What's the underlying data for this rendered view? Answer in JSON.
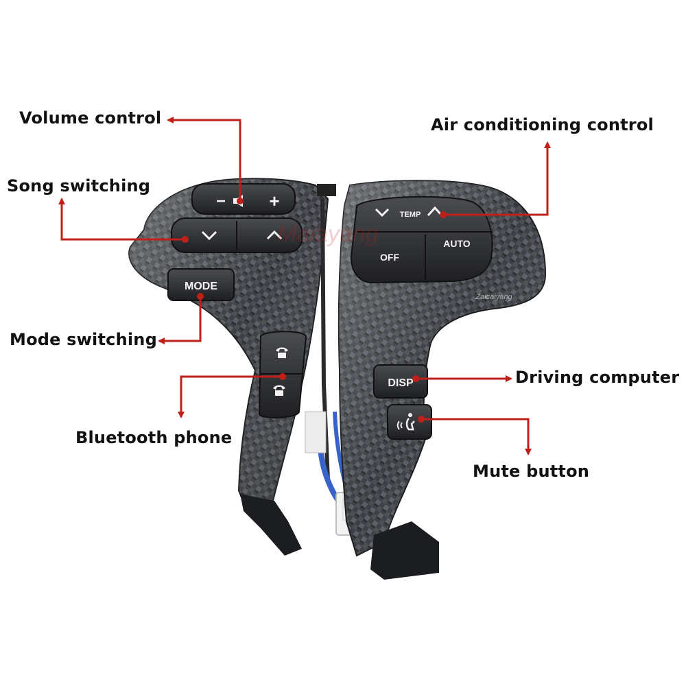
{
  "callouts": {
    "volume": "Volume control",
    "song": "Song switching",
    "mode": "Mode switching",
    "bluetooth": "Bluetooth phone",
    "air": "Air conditioning control",
    "driving": "Driving computer",
    "mute": "Mute button"
  },
  "buttons": {
    "vol_minus": "−",
    "vol_plus": "+",
    "mode": "MODE",
    "temp": "TEMP",
    "off": "OFF",
    "auto": "AUTO",
    "disp": "DISP"
  },
  "watermarks": {
    "center": "Malayang",
    "small": "Zaicaiyang"
  },
  "colors": {
    "arrow": "#c0201a",
    "carbon": "#3c3f44",
    "button": "#2a2b2e"
  },
  "icons": [
    "speaker-icon",
    "chevron-down-icon",
    "chevron-up-icon",
    "phone-pickup-icon",
    "phone-hangup-icon",
    "voice-icon"
  ]
}
